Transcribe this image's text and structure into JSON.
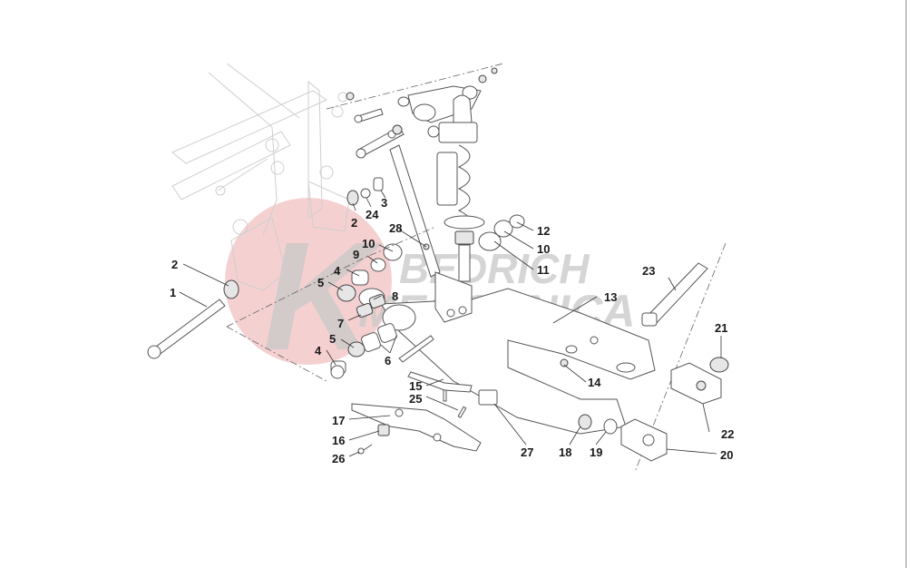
{
  "diagram": {
    "title": "Rear swingarm and suspension exploded parts diagram",
    "watermark": {
      "line1": "BEDRICH",
      "line2": "MECCANICA",
      "letter": "K",
      "circle_color": "#f2c4c6",
      "text_color": "#c9c9c9"
    },
    "label_color": "#1a1a1a",
    "callouts": [
      {
        "id": "c1",
        "number": "1"
      },
      {
        "id": "c2a",
        "number": "2"
      },
      {
        "id": "c2b",
        "number": "2"
      },
      {
        "id": "c3",
        "number": "3"
      },
      {
        "id": "c4a",
        "number": "4"
      },
      {
        "id": "c4b",
        "number": "4"
      },
      {
        "id": "c5a",
        "number": "5"
      },
      {
        "id": "c5b",
        "number": "5"
      },
      {
        "id": "c6",
        "number": "6"
      },
      {
        "id": "c7",
        "number": "7"
      },
      {
        "id": "c8",
        "number": "8"
      },
      {
        "id": "c9",
        "number": "9"
      },
      {
        "id": "c10a",
        "number": "10"
      },
      {
        "id": "c10b",
        "number": "10"
      },
      {
        "id": "c11",
        "number": "11"
      },
      {
        "id": "c12",
        "number": "12"
      },
      {
        "id": "c13",
        "number": "13"
      },
      {
        "id": "c14",
        "number": "14"
      },
      {
        "id": "c15",
        "number": "15"
      },
      {
        "id": "c16",
        "number": "16"
      },
      {
        "id": "c17",
        "number": "17"
      },
      {
        "id": "c18",
        "number": "18"
      },
      {
        "id": "c19",
        "number": "19"
      },
      {
        "id": "c20",
        "number": "20"
      },
      {
        "id": "c21",
        "number": "21"
      },
      {
        "id": "c22",
        "number": "22"
      },
      {
        "id": "c23",
        "number": "23"
      },
      {
        "id": "c24",
        "number": "24"
      },
      {
        "id": "c25",
        "number": "25"
      },
      {
        "id": "c26",
        "number": "26"
      },
      {
        "id": "c27",
        "number": "27"
      },
      {
        "id": "c28",
        "number": "28"
      }
    ]
  }
}
